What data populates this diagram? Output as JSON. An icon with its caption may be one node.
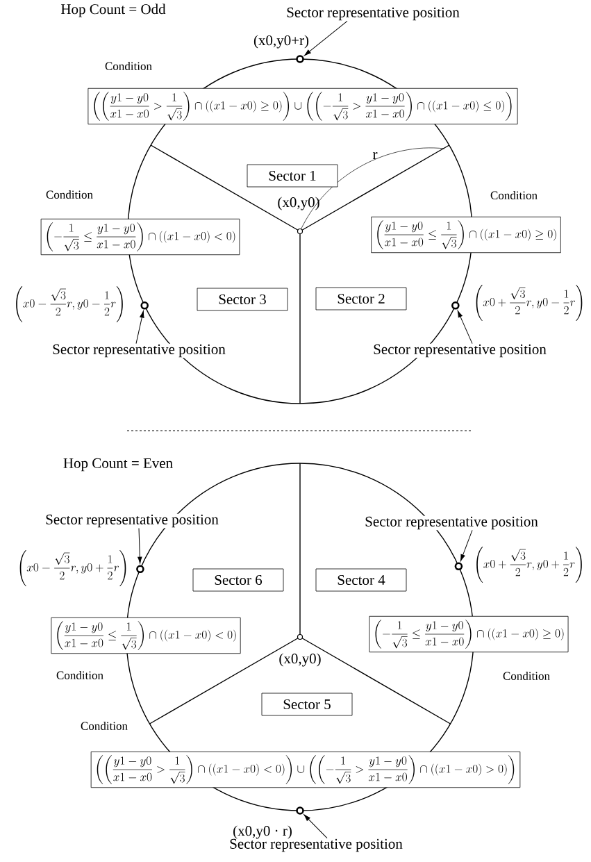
{
  "diagram": {
    "nodes": [
      {
        "text": [
          "Sector representative position"
        ]
      },
      {
        "text": [],
        "shape": "circle"
      },
      {
        "text": [
          "Condition",
          "\\left(\\left(\\frac{y1-y0}{x1-x0}>\\frac{1}{\\sqrt{3}}\\right)\\cap\\left(\\left(x1-x0\\right)\\geq 0\\right)\\right)\\cup\\left(\\left(-\\frac{1}{\\sqrt{3}}>\\frac{y1-y0}{x1-x0}\\right)\\cap\\left(\\left(x1-x0\\right)\\leq 0\\right)\\right)"
        ]
      },
      {
        "text": [
          "Sector 1"
        ]
      },
      {
        "text": [
          "Condition",
          "\\left(-\\frac{1}{\\sqrt{3}}\\leq\\frac{y1-y0}{x1-x0}\\right)\\cap\\left(\\left(x1-x0\\right)<0\\right)"
        ]
      },
      {
        "text": [
          "Condition",
          "\\left(\\frac{y1-y0}{x1-x0}\\leq\\frac{1}{\\sqrt{3}}\\right)\\cap\\left(\\left(x1-x0\\right)\\geq 0\\right)"
        ]
      },
      {
        "text": [
          "Sector 3"
        ]
      },
      {
        "text": [
          "Sector 2"
        ]
      },
      {
        "text": [],
        "shape": "circle"
      },
      {
        "text": [],
        "shape": "circle"
      },
      {
        "text": [
          "Sector representative position"
        ]
      },
      {
        "text": [
          "Sector representative position"
        ]
      },
      {
        "text": [
          "Sector representative position"
        ]
      },
      {
        "text": [
          "Sector representative position"
        ]
      },
      {
        "text": [],
        "shape": "circle"
      },
      {
        "text": [],
        "shape": "circle"
      },
      {
        "text": [
          "Sector 6"
        ]
      },
      {
        "text": [
          "Sector 4"
        ]
      },
      {
        "text": [
          "\\left(\\frac{y1-y0}{x1-x0}\\leq\\frac{1}{\\sqrt{3}}\\right)\\cap\\left(\\left(x1-x0\\right)<0\\right)",
          "Condition"
        ]
      },
      {
        "text": [
          "\\left(-\\frac{1}{\\sqrt{3}}\\leq\\frac{y1-y0}{x1-x0}\\right)\\cap\\left(\\left(x1-x0\\right)\\geq 0\\right)",
          "Condition"
        ]
      },
      {
        "text": [
          "Sector 5"
        ]
      },
      {
        "text": [
          "Condition",
          "\\left(\\left(\\frac{y1-y0}{x1-x0}>\\frac{1}{\\sqrt{3}}\\right)\\cap\\left(\\left(x1-x0\\right)<0\\right)\\right)\\cup\\left(\\left(-\\frac{1}{\\sqrt{3}}>\\frac{y1-y0}{x1-x0}\\right)\\cap\\left(\\left(x1-x0\\right)>0\\right)\\right)"
        ]
      },
      {
        "text": [],
        "shape": "circle"
      },
      {
        "text": [
          "Sector representative position"
        ]
      }
    ],
    "edges": [
      {
        "from": 0,
        "to": 1,
        "arrow": "to"
      },
      {
        "from": 10,
        "to": 8,
        "arrow": "to"
      },
      {
        "from": 11,
        "to": 9,
        "arrow": "to"
      },
      {
        "from": 12,
        "to": 14,
        "arrow": "to"
      },
      {
        "from": 13,
        "to": 15,
        "arrow": "to"
      },
      {
        "from": 23,
        "to": 22,
        "arrow": "to"
      }
    ],
    "labels": [
      "Hop Count = Odd",
      "(x0,y0+r)",
      "r",
      "(x0,y0)",
      "\\left(x0-\\frac{\\sqrt{3}}{2}r, y0-\\frac{1}{2}r\\right)",
      "\\left(x0+\\frac{\\sqrt{3}}{2}r, y0-\\frac{1}{2}r\\right)",
      "Hop Count = Even",
      "\\left(x0-\\frac{\\sqrt{3}}{2}r, y0+\\frac{1}{2}r\\right)",
      "\\left(x0+\\frac{\\sqrt{3}}{2}r, y0+\\frac{1}{2}r\\right)",
      "(x0,y0)",
      "(x0,y0 · r)"
    ]
  }
}
